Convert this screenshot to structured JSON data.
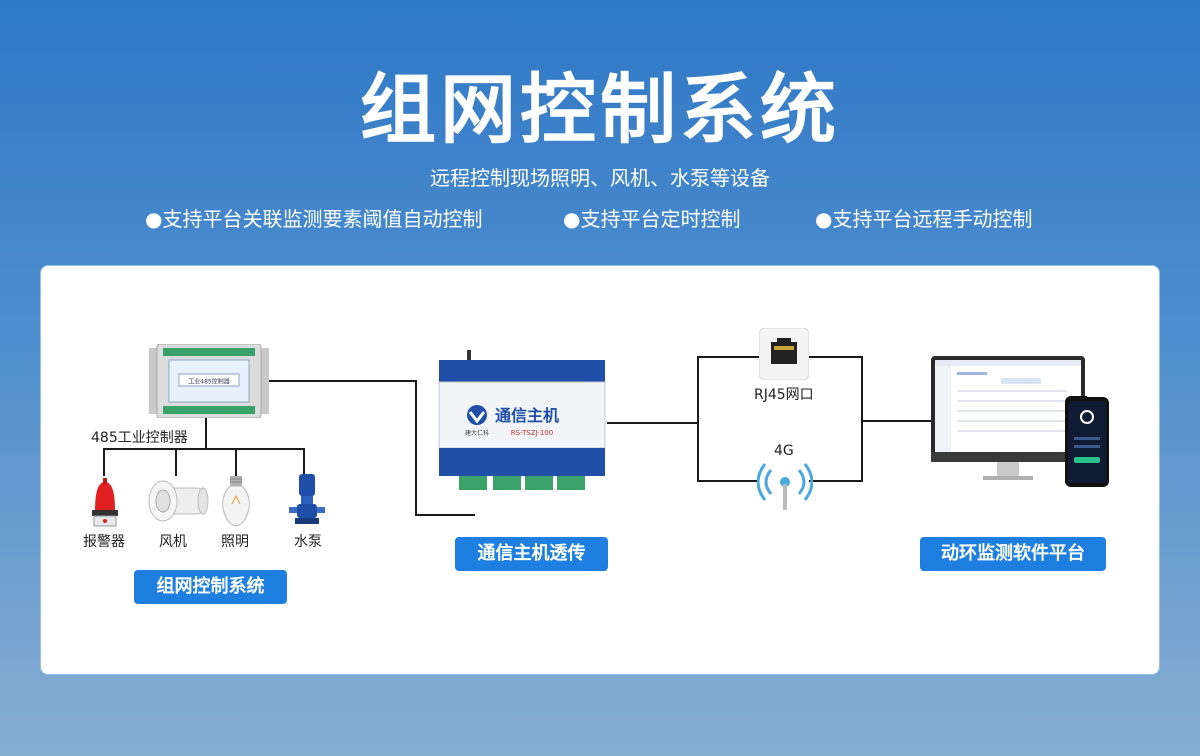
{
  "header": {
    "title": "组网控制系统",
    "subtitle": "远程控制现场照明、风机、水泵等设备",
    "features": [
      "●支持平台关联监测要素阈值自动控制",
      "●支持平台定时控制",
      "●支持平台远程手动控制"
    ]
  },
  "diagram": {
    "controller_label": "485工业控制器",
    "controller_screen_text": "工业485控制器",
    "devices": [
      "报警器",
      "风机",
      "照明",
      "水泵"
    ],
    "section_left": "组网控制系统",
    "host_brand": "通信主机",
    "host_model": "RS-TSZJ-100",
    "host_logo_text": "建大仁科",
    "section_center": "通信主机透传",
    "rj45_label": "RJ45网口",
    "cellular_label": "4G",
    "section_right": "动环监测软件平台"
  },
  "colors": {
    "accent": "#1e7fe0",
    "background_top": "#2f78c6",
    "background_bottom": "#88aed0"
  }
}
